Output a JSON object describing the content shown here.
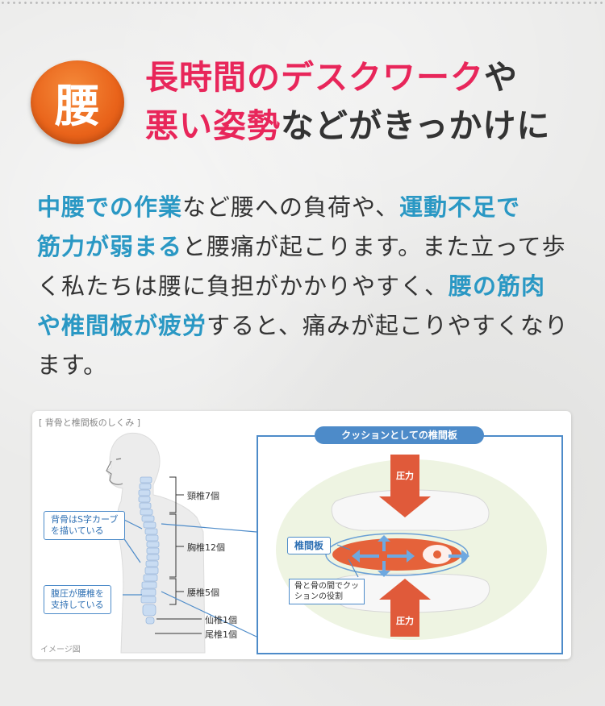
{
  "badge": {
    "text": "腰"
  },
  "headline": {
    "line1_red": "長時間のデスクワーク",
    "line1_rest": "や",
    "line2_red": "悪い姿勢",
    "line2_rest": "などがきっかけに"
  },
  "body": {
    "l1_a": "中腰での作業",
    "l1_b": "など腰への負荷や、",
    "l1_c": "運動不足で",
    "l2_a": "筋力が弱まる",
    "l2_b": "と腰痛が起こります。また立って歩",
    "l3_a": "く私たちは腰に負担がかかりやすく、",
    "l3_b": "腰の筋肉",
    "l4_a": "や椎間板が疲労",
    "l4_b": "すると、痛みが起こりやすくなり",
    "l5_a": "ます。"
  },
  "diagram": {
    "title": "[ 背骨と椎間板のしくみ ]",
    "note": "イメージ図",
    "callout_s_curve_1": "背骨はS字カーブ",
    "callout_s_curve_2": "を描いている",
    "callout_pressure_1": "腹圧が腰椎を",
    "callout_pressure_2": "支持している",
    "cervical": "頸椎7個",
    "thoracic": "胸椎12個",
    "lumbar": "腰椎5個",
    "sacral": "仙椎1個",
    "coccyx": "尾椎1個",
    "inset_title": "クッションとしての椎間板",
    "pressure_top": "圧力",
    "pressure_bottom": "圧力",
    "disc_label": "椎間板",
    "cushion_1": "骨と骨の間でクッ",
    "cushion_2": "ションの役割"
  },
  "colors": {
    "accent_red": "#e8265a",
    "accent_blue": "#2a98c4",
    "badge_orange": "#e9631a",
    "diagram_blue": "#4d8bc9",
    "pressure_red": "#e05a3a"
  }
}
